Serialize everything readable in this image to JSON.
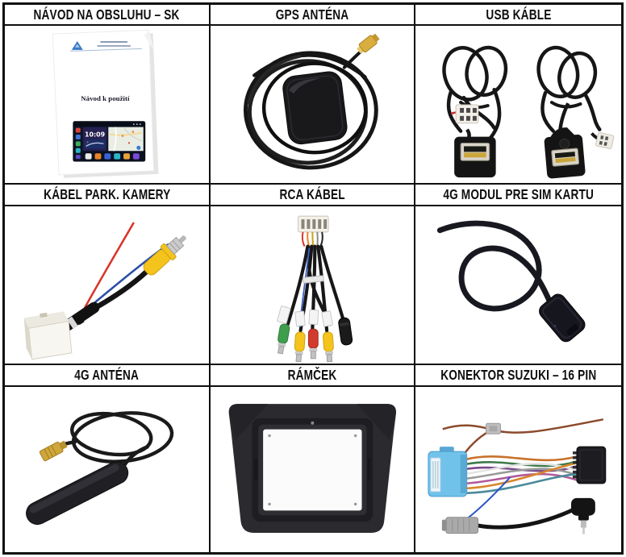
{
  "page": {
    "background": "#ffffff",
    "border_color": "#0f0f0f",
    "header_text_color": "#0e0e0e"
  },
  "grid": {
    "columns": 3,
    "rows": 3,
    "items": [
      {
        "id": "manual",
        "label": "NÁVOD NA OBSLUHU – SK"
      },
      {
        "id": "gps-antenna",
        "label": "GPS ANTÉNA"
      },
      {
        "id": "usb-cables",
        "label": "USB KÁBLE"
      },
      {
        "id": "camera-cable",
        "label": "KÁBEL PARK. KAMERY"
      },
      {
        "id": "rca-cable",
        "label": "RCA KÁBEL"
      },
      {
        "id": "4g-sim-module",
        "label": "4G MODUL PRE SIM KARTU"
      },
      {
        "id": "4g-antenna",
        "label": "4G ANTÉNA"
      },
      {
        "id": "frame",
        "label": "RÁMČEK"
      },
      {
        "id": "suzuki-connector",
        "label": "KONEKTOR SUZUKI – 16 PIN"
      }
    ]
  },
  "manual_page": {
    "title": "Návod k použití",
    "screen_clock": "10:09"
  },
  "colors": {
    "rca_yellow": "#f4c41d",
    "rca_red": "#d23a2e",
    "rca_green": "#3f9e4d",
    "connector_blue": "#70c2ea",
    "sma_gold": "#cfa63a",
    "wire_red": "#d9352a",
    "wire_blue": "#2a4fa8",
    "cable_black": "#161616"
  }
}
